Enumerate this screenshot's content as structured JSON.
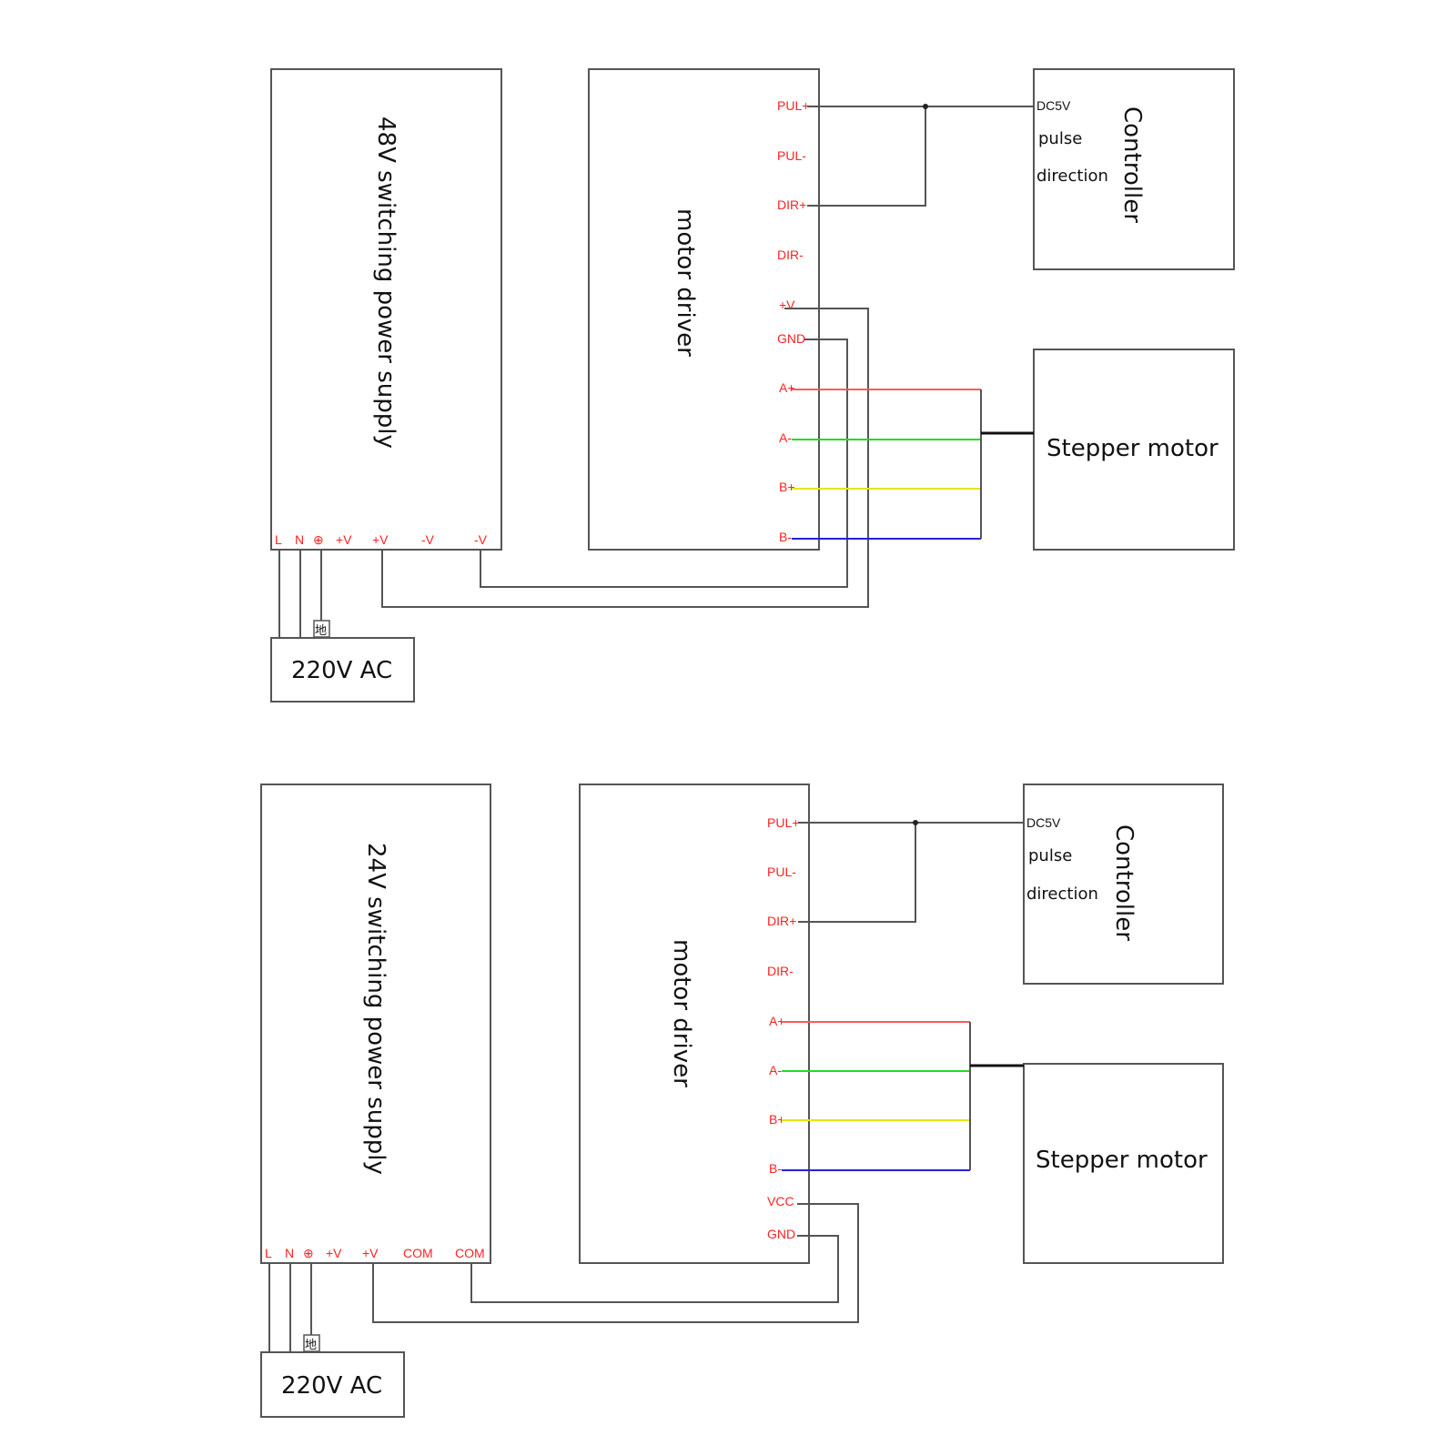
{
  "colors": {
    "terminal_text": "#ff2222",
    "wire_A_plus": "#ff5a5a",
    "wire_A_minus": "#22dd22",
    "wire_B_plus": "#f0f000",
    "wire_B_minus": "#2222dd"
  },
  "icons": [
    "ground-symbol-icon"
  ],
  "diagram1": {
    "psu_label": "48V switching power supply",
    "psu_terminals": [
      "L",
      "N",
      "⊕",
      "+V",
      "+V",
      "-V",
      "-V"
    ],
    "driver_label": "motor driver",
    "driver_terminals": [
      "PUL+",
      "PUL-",
      "DIR+",
      "DIR-",
      "+V",
      "GND",
      "A+",
      "A-",
      "B+",
      "B-"
    ],
    "controller_label": "Controller",
    "controller_lines": [
      "DC5V",
      "pulse",
      "direction"
    ],
    "motor_label": "Stepper motor",
    "ac_label": "220V AC",
    "ground_mark": "地"
  },
  "diagram2": {
    "psu_label": "24V switching power supply",
    "psu_terminals": [
      "L",
      "N",
      "⊕",
      "+V",
      "+V",
      "COM",
      "COM"
    ],
    "driver_label": "motor driver",
    "driver_terminals": [
      "PUL+",
      "PUL-",
      "DIR+",
      "DIR-",
      "A+",
      "A-",
      "B+",
      "B-",
      "VCC",
      "GND"
    ],
    "controller_label": "Controller",
    "controller_lines": [
      "DC5V",
      "pulse",
      "direction"
    ],
    "motor_label": "Stepper motor",
    "ac_label": "220V AC",
    "ground_mark": "地"
  }
}
